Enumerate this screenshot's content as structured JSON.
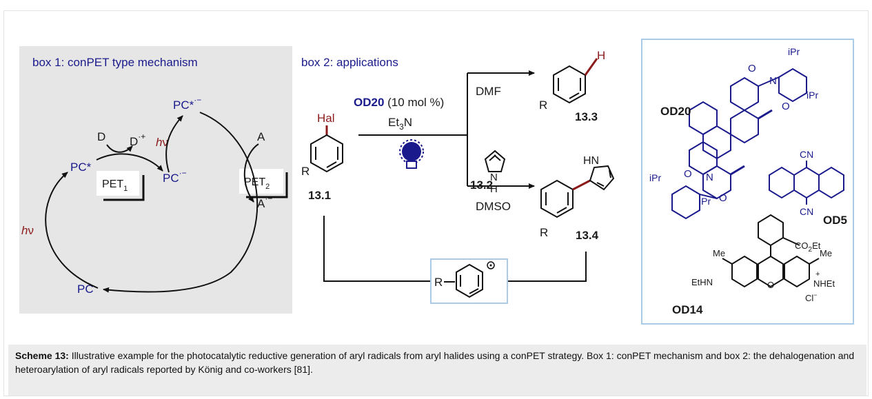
{
  "box1": {
    "title": "box 1: conPET type mechanism",
    "pc_star_radical_anion": "PC*",
    "pc_star": "PC*",
    "pc_radical_anion": "PC",
    "pc": "PC",
    "donor": "D",
    "donor_radical_cation": "D",
    "acceptor": "A",
    "acceptor_radical_anion": "A",
    "light_label_1": "h",
    "light_label_2": "h",
    "pet1": "PET",
    "pet1_sub": "1",
    "pet2": "PET",
    "pet2_sub": "2",
    "radical_anion_sup": "·−",
    "radical_cation_sup": "·+",
    "nu": "ν"
  },
  "box2": {
    "title": "box 2: applications",
    "hal": "Hal",
    "r1": "R",
    "r2": "R",
    "r3": "R",
    "r4": "R",
    "catalyst": "OD20",
    "catalyst_loading": " (10 mol %)",
    "base": "Et",
    "base_sub": "3",
    "base_tail": "N",
    "solvent_dmf": "DMF",
    "solvent_dmso": "DMSO",
    "pyrrole_nh": "H",
    "pyrrole_hn": "HN",
    "product_h": "H",
    "cmpd_13_1": "13.1",
    "cmpd_13_2": "13.2",
    "cmpd_13_3": "13.3",
    "cmpd_13_4": "13.4"
  },
  "box3": {
    "od20": "OD20",
    "od5": "OD5",
    "od14": "OD14",
    "ipr1": "iPr",
    "ipr2": "iPr",
    "ipr3": "iPr",
    "ipr4": "iPr",
    "cn1": "CN",
    "cn2": "CN",
    "n1": "N",
    "n2": "N",
    "o": "O",
    "me1": "Me",
    "me2": "Me",
    "co2et": "CO",
    "co2et_sub": "2",
    "co2et_tail": "Et",
    "ethn": "EtHN",
    "nhet": "NHEt",
    "plus": "+",
    "cl": "Cl",
    "cl_sup": "−",
    "o_xanthene": "O"
  },
  "caption": {
    "label": "Scheme 13:",
    "text": " Illustrative example for the photocatalytic reductive generation of aryl radicals from aryl halides using a conPET strategy. Box 1: conPET mechanism and box 2: the dehalogenation and heteroarylation of aryl radicals reported by König and co-workers [81]."
  },
  "colors": {
    "navy": "#1a1a8c",
    "dark_red": "#8b1a1a",
    "box1_bg": "#e6e6e6",
    "box_border": "#a9cbe8",
    "caption_bg": "#ececec"
  }
}
